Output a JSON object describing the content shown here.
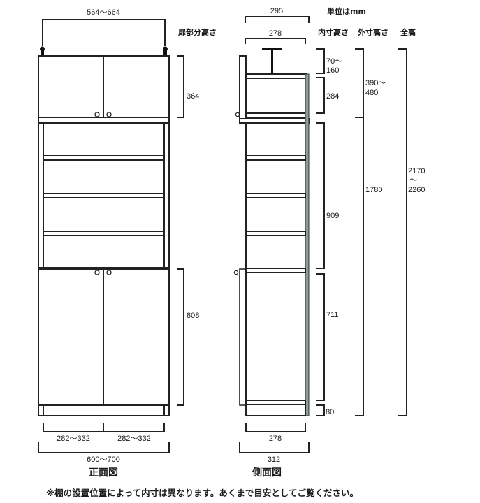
{
  "unit_label": "単位はmm",
  "front_view": {
    "title": "正面図",
    "pole_span": "564～664",
    "door_section_header": "扉部分高さ",
    "upper_door_height": "364",
    "lower_door_height": "808",
    "door_width_left": "282～332",
    "door_width_right": "282～332",
    "total_width": "600～700"
  },
  "side_view": {
    "title": "側面図",
    "top_depth_outer": "295",
    "top_depth_inner": "278",
    "bottom_depth_inner": "278",
    "bottom_depth_outer": "312"
  },
  "columns": {
    "inner_height": "内寸高さ",
    "outer_height": "外寸高さ",
    "total_height": "全高"
  },
  "inner_heights": {
    "pole_gap_line1": "70～",
    "pole_gap_line2": "160",
    "upper_cabinet": "284",
    "open_shelf": "909",
    "lower_cabinet": "711",
    "plinth": "80"
  },
  "outer_heights": {
    "upper_line1": "390～",
    "upper_line2": "480",
    "lower": "1780"
  },
  "total_height": {
    "line1": "2170",
    "line2": "～",
    "line3": "2260"
  },
  "footnote": "※棚の設置位置によって内寸は異なります。あくまで目安としてご覧ください。"
}
